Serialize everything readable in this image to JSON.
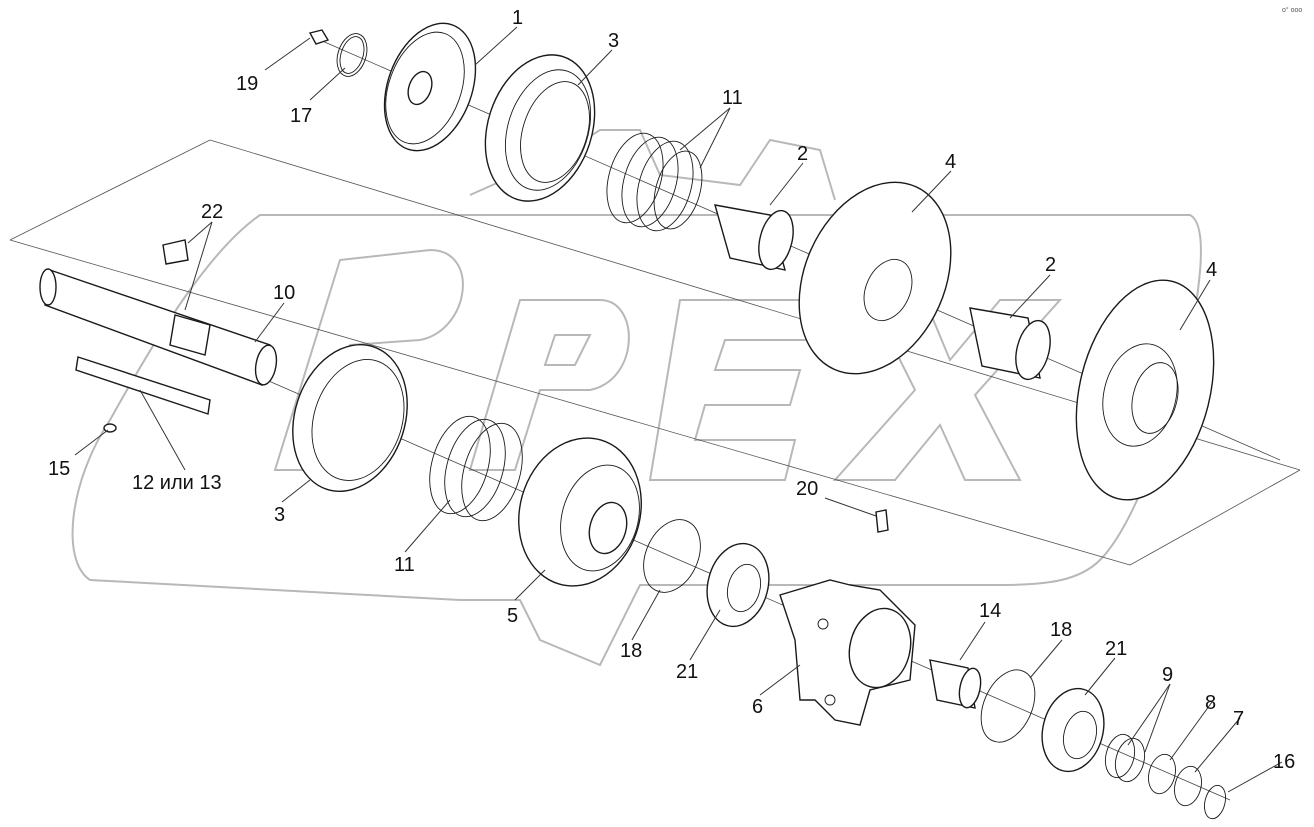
{
  "corner_mark": "о° ооо",
  "watermark_text": "OPEX",
  "callouts": [
    {
      "id": "c1",
      "label": "1"
    },
    {
      "id": "c3a",
      "label": "3"
    },
    {
      "id": "c19",
      "label": "19"
    },
    {
      "id": "c17",
      "label": "17"
    },
    {
      "id": "c11a",
      "label": "11"
    },
    {
      "id": "c2a",
      "label": "2"
    },
    {
      "id": "c4a",
      "label": "4"
    },
    {
      "id": "c2b",
      "label": "2"
    },
    {
      "id": "c4b",
      "label": "4"
    },
    {
      "id": "c22",
      "label": "22"
    },
    {
      "id": "c10",
      "label": "10"
    },
    {
      "id": "c15",
      "label": "15"
    },
    {
      "id": "c1213",
      "label": "12 или 13"
    },
    {
      "id": "c3b",
      "label": "3"
    },
    {
      "id": "c11b",
      "label": "11"
    },
    {
      "id": "c5",
      "label": "5"
    },
    {
      "id": "c20",
      "label": "20"
    },
    {
      "id": "c18a",
      "label": "18"
    },
    {
      "id": "c21a",
      "label": "21"
    },
    {
      "id": "c6",
      "label": "6"
    },
    {
      "id": "c14",
      "label": "14"
    },
    {
      "id": "c18b",
      "label": "18"
    },
    {
      "id": "c21b",
      "label": "21"
    },
    {
      "id": "c9",
      "label": "9"
    },
    {
      "id": "c8",
      "label": "8"
    },
    {
      "id": "c7",
      "label": "7"
    },
    {
      "id": "c16",
      "label": "16"
    }
  ]
}
